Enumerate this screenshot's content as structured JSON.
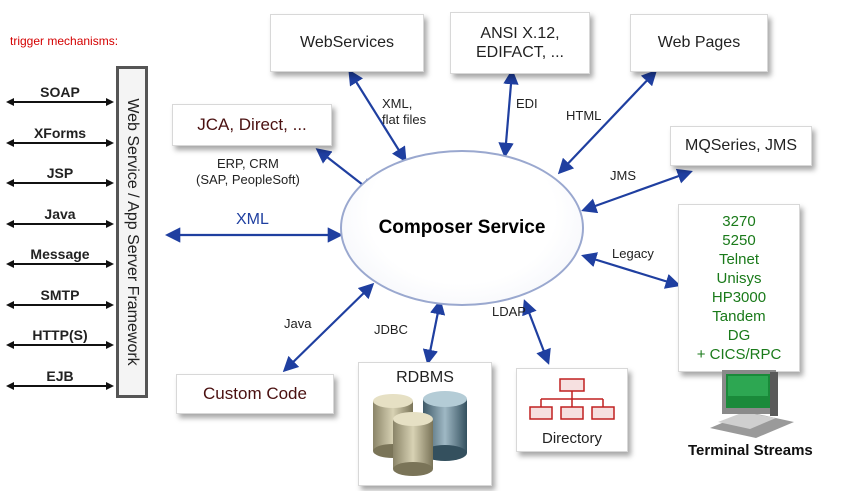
{
  "trigger_heading": "trigger mechanisms:",
  "triggers": [
    "SOAP",
    "XForms",
    "JSP",
    "Java",
    "Message",
    "SMTP",
    "HTTP(S)",
    "EJB"
  ],
  "framework_label": "Web Service / App Server Framework",
  "center": "Composer Service",
  "boxes": {
    "webservices": "WebServices",
    "ansi": "ANSI X.12,\nEDIFACT, ...",
    "webpages": "Web Pages",
    "jca": "JCA, Direct, ...",
    "mqseries": "MQSeries, JMS",
    "custom_code": "Custom Code",
    "rdbms": "RDBMS",
    "directory": "Directory"
  },
  "legacy_systems": [
    "3270",
    "5250",
    "Telnet",
    "Unisys",
    "HP3000",
    "Tandem",
    "DG",
    "+ CICS/RPC"
  ],
  "terminal_label": "Terminal Streams",
  "edge_labels": {
    "xml": "XML",
    "xml_flat": "XML,\nflat files",
    "edi": "EDI",
    "html": "HTML",
    "erp": "ERP, CRM\n(SAP, PeopleSoft)",
    "jms": "JMS",
    "legacy": "Legacy",
    "java": "Java",
    "jdbc": "JDBC",
    "ldap": "LDAP"
  },
  "colors": {
    "arrow": "#1f3fa0",
    "trigger_heading": "#d40000",
    "legacy_text": "#1a7a1a",
    "framework_border": "#555555"
  }
}
